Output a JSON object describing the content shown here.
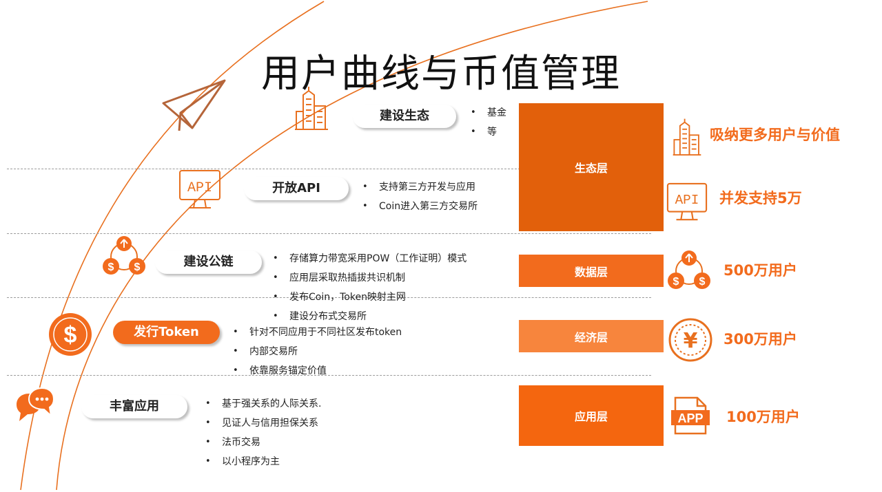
{
  "title": "用户曲线与币值管理",
  "colors": {
    "accent": "#f26b1d",
    "accent_dark": "#e2600b",
    "accent_light": "#f7853d",
    "icon_stroke": "#e8701f",
    "dash": "#9a9a9a"
  },
  "steps": [
    {
      "label": "建设生态",
      "icon": "buildings-icon",
      "bullets": [
        "基金",
        "等"
      ]
    },
    {
      "label": "开放API",
      "icon": "api-monitor-icon",
      "bullets": [
        "支持第三方开发与应用",
        "Coin进入第三方交易所"
      ]
    },
    {
      "label": "建设公链",
      "icon": "coin-network-icon",
      "bullets": [
        "存储算力带宽采用POW（工作证明）模式",
        "应用层采取热插拔共识机制",
        "发布Coin，Token映射主网",
        "建设分布式交易所"
      ]
    },
    {
      "label": "发行Token",
      "icon": "dollar-coin-icon",
      "bullets": [
        "针对不同应用于不同社区发布token",
        "内部交易所",
        "依靠服务锚定价值"
      ]
    },
    {
      "label": "丰富应用",
      "icon": "chat-bubble-icon",
      "bullets": [
        "基于强关系的人际关系.",
        "见证人与信用担保关系",
        "法币交易",
        "以小程序为主"
      ]
    }
  ],
  "layers": [
    {
      "label": "生态层",
      "metrics": [
        {
          "icon": "buildings-icon",
          "text": "吸纳更多用户与价值"
        },
        {
          "icon": "api-monitor-icon",
          "text": "并发支持5万"
        }
      ]
    },
    {
      "label": "数据层",
      "metrics": [
        {
          "icon": "coin-network-icon",
          "text": "500万用户"
        }
      ]
    },
    {
      "label": "经济层",
      "metrics": [
        {
          "icon": "yuan-coin-icon",
          "text": "300万用户"
        }
      ]
    },
    {
      "label": "应用层",
      "metrics": [
        {
          "icon": "app-file-icon",
          "text": "100万用户"
        }
      ]
    }
  ],
  "icon_text": {
    "api": "API",
    "dollar": "$",
    "yuan": "¥",
    "app": "APP"
  },
  "decorations": [
    "paper-plane-icon"
  ]
}
